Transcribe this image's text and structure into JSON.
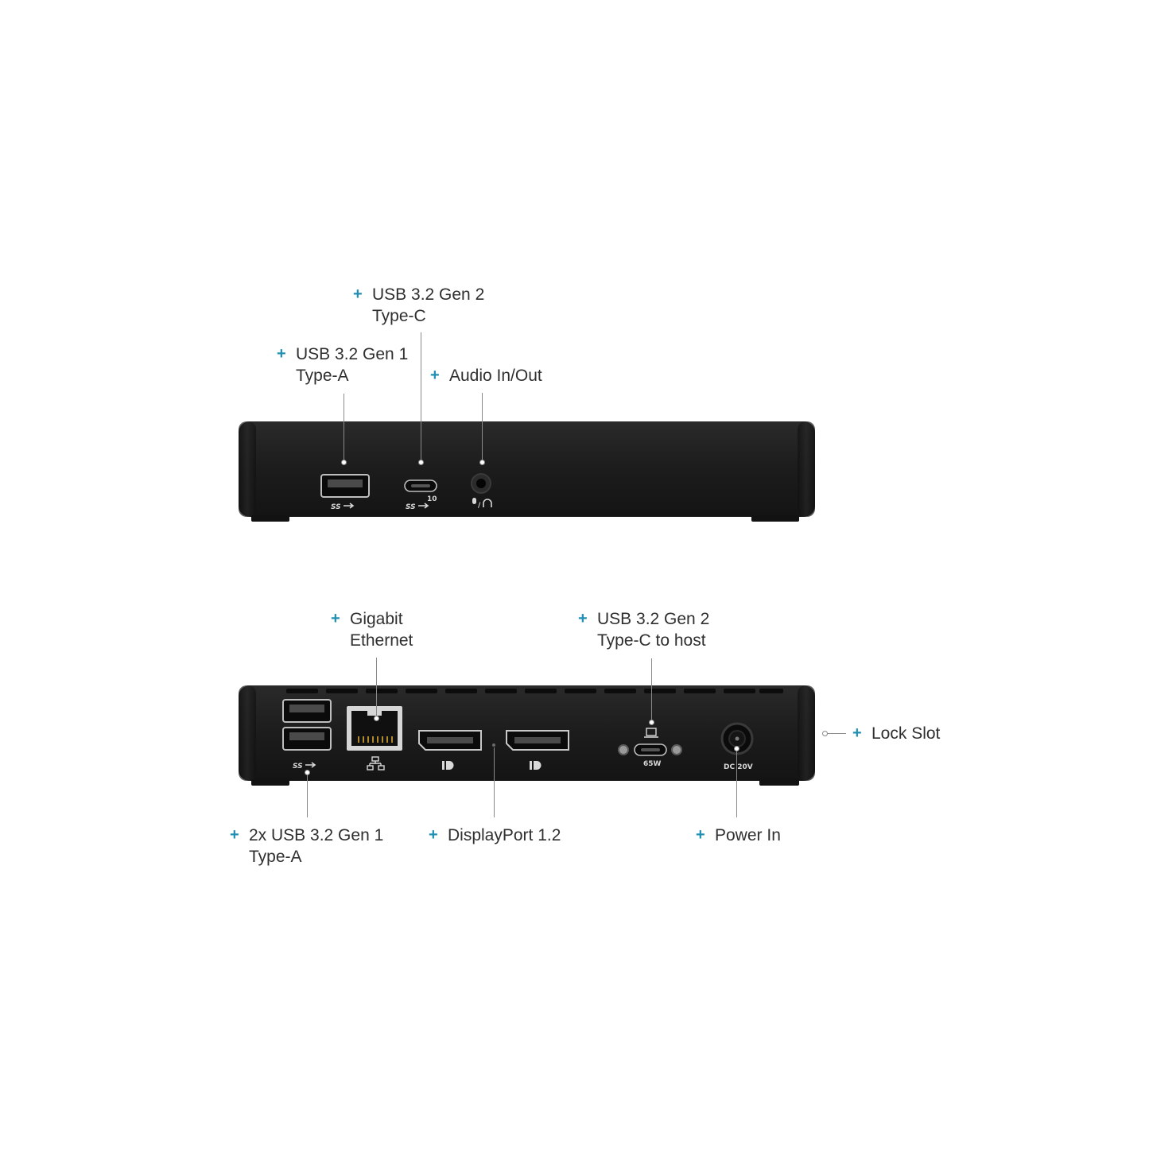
{
  "front_view": {
    "callouts": {
      "usb_c": {
        "line1": "USB 3.2 Gen 2",
        "line2": "Type-C"
      },
      "usb_a": {
        "line1": "USB 3.2 Gen 1",
        "line2": "Type-A"
      },
      "audio": {
        "line1": "Audio In/Out"
      }
    }
  },
  "rear_view": {
    "callouts": {
      "ethernet": {
        "line1": "Gigabit",
        "line2": "Ethernet"
      },
      "usb_c_host": {
        "line1": "USB 3.2 Gen 2",
        "line2": "Type-C to host"
      },
      "lock": {
        "line1": "Lock Slot"
      },
      "usb_a_dual": {
        "line1": "2x USB 3.2 Gen 1",
        "line2": "Type-A"
      },
      "displayport": {
        "line1": "DisplayPort 1.2"
      },
      "power": {
        "line1": "Power In"
      }
    },
    "port_markings": {
      "usb_c_power": "65W",
      "dc_in": "DC 20V"
    }
  },
  "colors": {
    "plus_accent": "#1f8fb3",
    "device_body": "#1e1e1e",
    "leader_line": "#8a8a8a"
  },
  "icons": [
    "plus-icon",
    "superspeed-usb-icon",
    "superspeed-10-usb-icon",
    "headset-mic-icon",
    "network-icon",
    "displayport-icon",
    "thunderbolt-lightning-icon"
  ]
}
